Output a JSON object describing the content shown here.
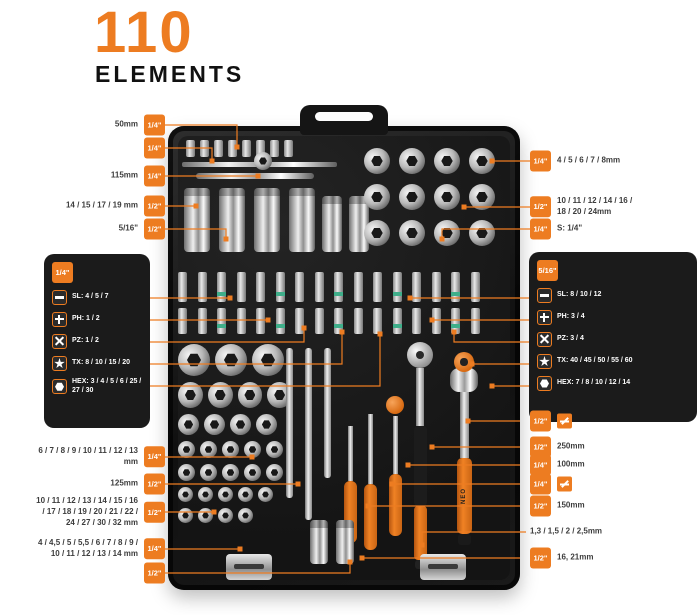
{
  "brand_accent": "#ED7C21",
  "header": {
    "count": "110",
    "label": "ELEMENTS"
  },
  "handle_brand": "NEO",
  "callouts": {
    "left_top": [
      {
        "text": "50mm",
        "badge": "1/4\""
      },
      {
        "text": "",
        "badge": "1/4\""
      },
      {
        "text": "115mm",
        "badge": "1/4\""
      },
      {
        "text": "14 / 15 / 17 / 19 mm",
        "badge": "1/2\""
      },
      {
        "text": "5/16\"",
        "badge": "1/2\""
      }
    ],
    "left_bottom": [
      {
        "text": "6 / 7 / 8 / 9 / 10 / 11 / 12 / 13 mm",
        "badge": "1/4\""
      },
      {
        "text": "125mm",
        "badge": "1/2\""
      },
      {
        "text": "10 / 11 / 12 / 13 / 14 / 15 / 16 / 17 / 18 / 19 / 20 / 21 / 22 / 24 / 27 / 30 / 32 mm",
        "badge": "1/2\""
      },
      {
        "text": "4 / 4,5 / 5 / 5,5 / 6 / 7 / 8 / 9 / 10 / 11 / 12 / 13 / 14 mm",
        "badge": "1/4\""
      },
      {
        "text": "",
        "badge": "1/2\""
      }
    ],
    "right_top": [
      {
        "badge": "1/4\"",
        "text": "4 / 5 / 6 / 7 / 8mm"
      },
      {
        "badge": "1/2\"",
        "text": "10 / 11 / 12 / 14 / 16 / 18 / 20 / 24mm"
      },
      {
        "badge": "1/4\"",
        "text": "S: 1/4\""
      }
    ],
    "right_bottom": [
      {
        "badge": "1/2\"",
        "text": ""
      },
      {
        "badge": "1/2\"",
        "text": "250mm"
      },
      {
        "badge": "1/4\"",
        "text": "100mm"
      },
      {
        "badge": "1/4\"",
        "text": ""
      },
      {
        "badge": "1/2\"",
        "text": "150mm"
      },
      {
        "text": "1,3 / 1,5 / 2 / 2,5mm"
      },
      {
        "badge": "1/2\"",
        "text": "16, 21mm"
      }
    ]
  },
  "left_panel": {
    "badge": "1/4\"",
    "items": [
      {
        "icon": "slotted-bit-icon",
        "label": "SL: 4 / 5 / 7"
      },
      {
        "icon": "phillips-bit-icon",
        "label": "PH: 1 / 2"
      },
      {
        "icon": "pozidriv-bit-icon",
        "label": "PZ: 1 / 2"
      },
      {
        "icon": "torx-bit-icon",
        "label": "TX: 8 / 10 / 15 / 20"
      },
      {
        "icon": "hex-bit-icon",
        "label": "HEX: 3 / 4 / 5 / 6 / 25 / 27 / 30"
      }
    ]
  },
  "right_panel": {
    "badge": "5/16\"",
    "items": [
      {
        "icon": "slotted-bit-icon",
        "label": "SL: 8 / 10 / 12"
      },
      {
        "icon": "phillips-bit-icon",
        "label": "PH: 3 / 4"
      },
      {
        "icon": "pozidriv-bit-icon",
        "label": "PZ: 3 / 4"
      },
      {
        "icon": "torx-bit-icon",
        "label": "TX: 40 / 45 / 50 / 55 / 60"
      },
      {
        "icon": "hex-bit-icon",
        "label": "HEX: 7 / 8 / 10 / 12 / 14"
      }
    ]
  }
}
